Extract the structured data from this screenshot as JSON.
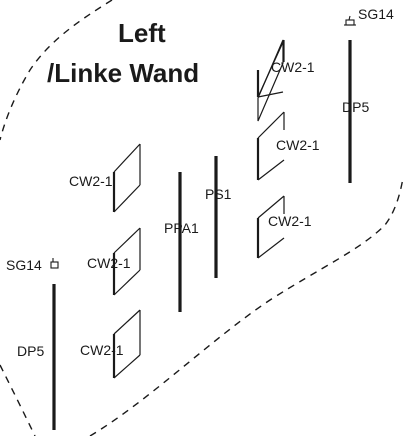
{
  "title": {
    "line1": "Left",
    "line2": "/Linke Wand"
  },
  "colors": {
    "ink": "#1a1a1a",
    "background": "#ffffff"
  },
  "labels": {
    "cw_top_1": "CW2-1",
    "cw_top_2": "CW2-1",
    "cw_top_3": "CW2-1",
    "cw_left_1": "CW2-1",
    "cw_left_2": "CW2-1",
    "cw_left_3": "CW2-1",
    "dp5_right": "DP5",
    "dp5_left": "DP5",
    "sg14_right": "SG14",
    "sg14_left": "SG14",
    "ppa1": "PPA1",
    "ps1": "PS1"
  }
}
